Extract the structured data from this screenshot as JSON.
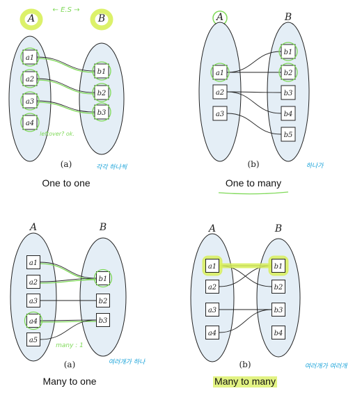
{
  "panels": [
    {
      "id": "one-to-one",
      "set_a_label": "A",
      "set_b_label": "B",
      "a_items": [
        "a1",
        "a2",
        "a3",
        "a4"
      ],
      "b_items": [
        "b1",
        "b2",
        "b3"
      ],
      "edges": [
        [
          0,
          0
        ],
        [
          1,
          1
        ],
        [
          2,
          2
        ]
      ],
      "sublabel": "(a)",
      "caption": "One to one",
      "annotations": [
        "← E.S →",
        "leftover? ok.",
        "각각 하나씩"
      ]
    },
    {
      "id": "one-to-many",
      "set_a_label": "A",
      "set_b_label": "B",
      "a_items": [
        "a1",
        "a2",
        "a3"
      ],
      "b_items": [
        "b1",
        "b2",
        "b3",
        "b4",
        "b5"
      ],
      "edges": [
        [
          0,
          0
        ],
        [
          0,
          1
        ],
        [
          1,
          2
        ],
        [
          1,
          3
        ],
        [
          2,
          4
        ]
      ],
      "sublabel": "(b)",
      "caption": "One to many",
      "annotations": [
        "하나가"
      ]
    },
    {
      "id": "many-to-one",
      "set_a_label": "A",
      "set_b_label": "B",
      "a_items": [
        "a1",
        "a2",
        "a3",
        "a4",
        "a5"
      ],
      "b_items": [
        "b1",
        "b2",
        "b3"
      ],
      "edges": [
        [
          0,
          0
        ],
        [
          1,
          0
        ],
        [
          2,
          1
        ],
        [
          3,
          2
        ],
        [
          4,
          2
        ]
      ],
      "sublabel": "(a)",
      "caption": "Many to one",
      "annotations": [
        "many : 1",
        "여러개가 하나"
      ]
    },
    {
      "id": "many-to-many",
      "set_a_label": "A",
      "set_b_label": "B",
      "a_items": [
        "a1",
        "a2",
        "a3",
        "a4"
      ],
      "b_items": [
        "b1",
        "b2",
        "b3",
        "b4"
      ],
      "edges": [
        [
          0,
          0
        ],
        [
          0,
          1
        ],
        [
          1,
          0
        ],
        [
          2,
          2
        ],
        [
          3,
          2
        ]
      ],
      "sublabel": "(b)",
      "caption": "Many to many",
      "annotations": [
        "여러개가 여러개"
      ]
    }
  ],
  "colors": {
    "ellipse_fill": "#e4eef6",
    "stroke": "#222222",
    "box_fill": "#ffffff",
    "highlight_green": "#7ed957",
    "highlight_yellow": "#d8ef5a",
    "annotation_blue": "#1aa3d9"
  }
}
